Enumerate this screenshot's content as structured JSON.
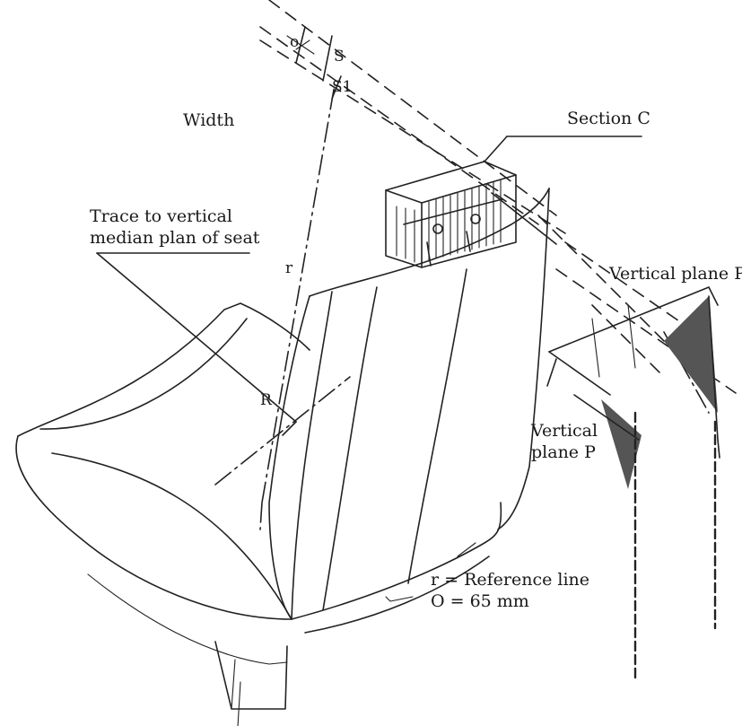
{
  "labels": {
    "width": "Width",
    "section_c": "Section C",
    "trace_line1": "Trace to vertical",
    "trace_line2": "median plan of seat",
    "vertical_plane_p_right": "Vertical plane P",
    "vertical_plane_p_mid_1": "Vertical",
    "vertical_plane_p_mid_2": "plane P",
    "r_marker": "r",
    "R_marker": "R",
    "s_marker": "S",
    "s1_marker": "S1",
    "o_marker": "o",
    "ref_line": "r = Reference line",
    "o_value": "O = 65 mm"
  }
}
